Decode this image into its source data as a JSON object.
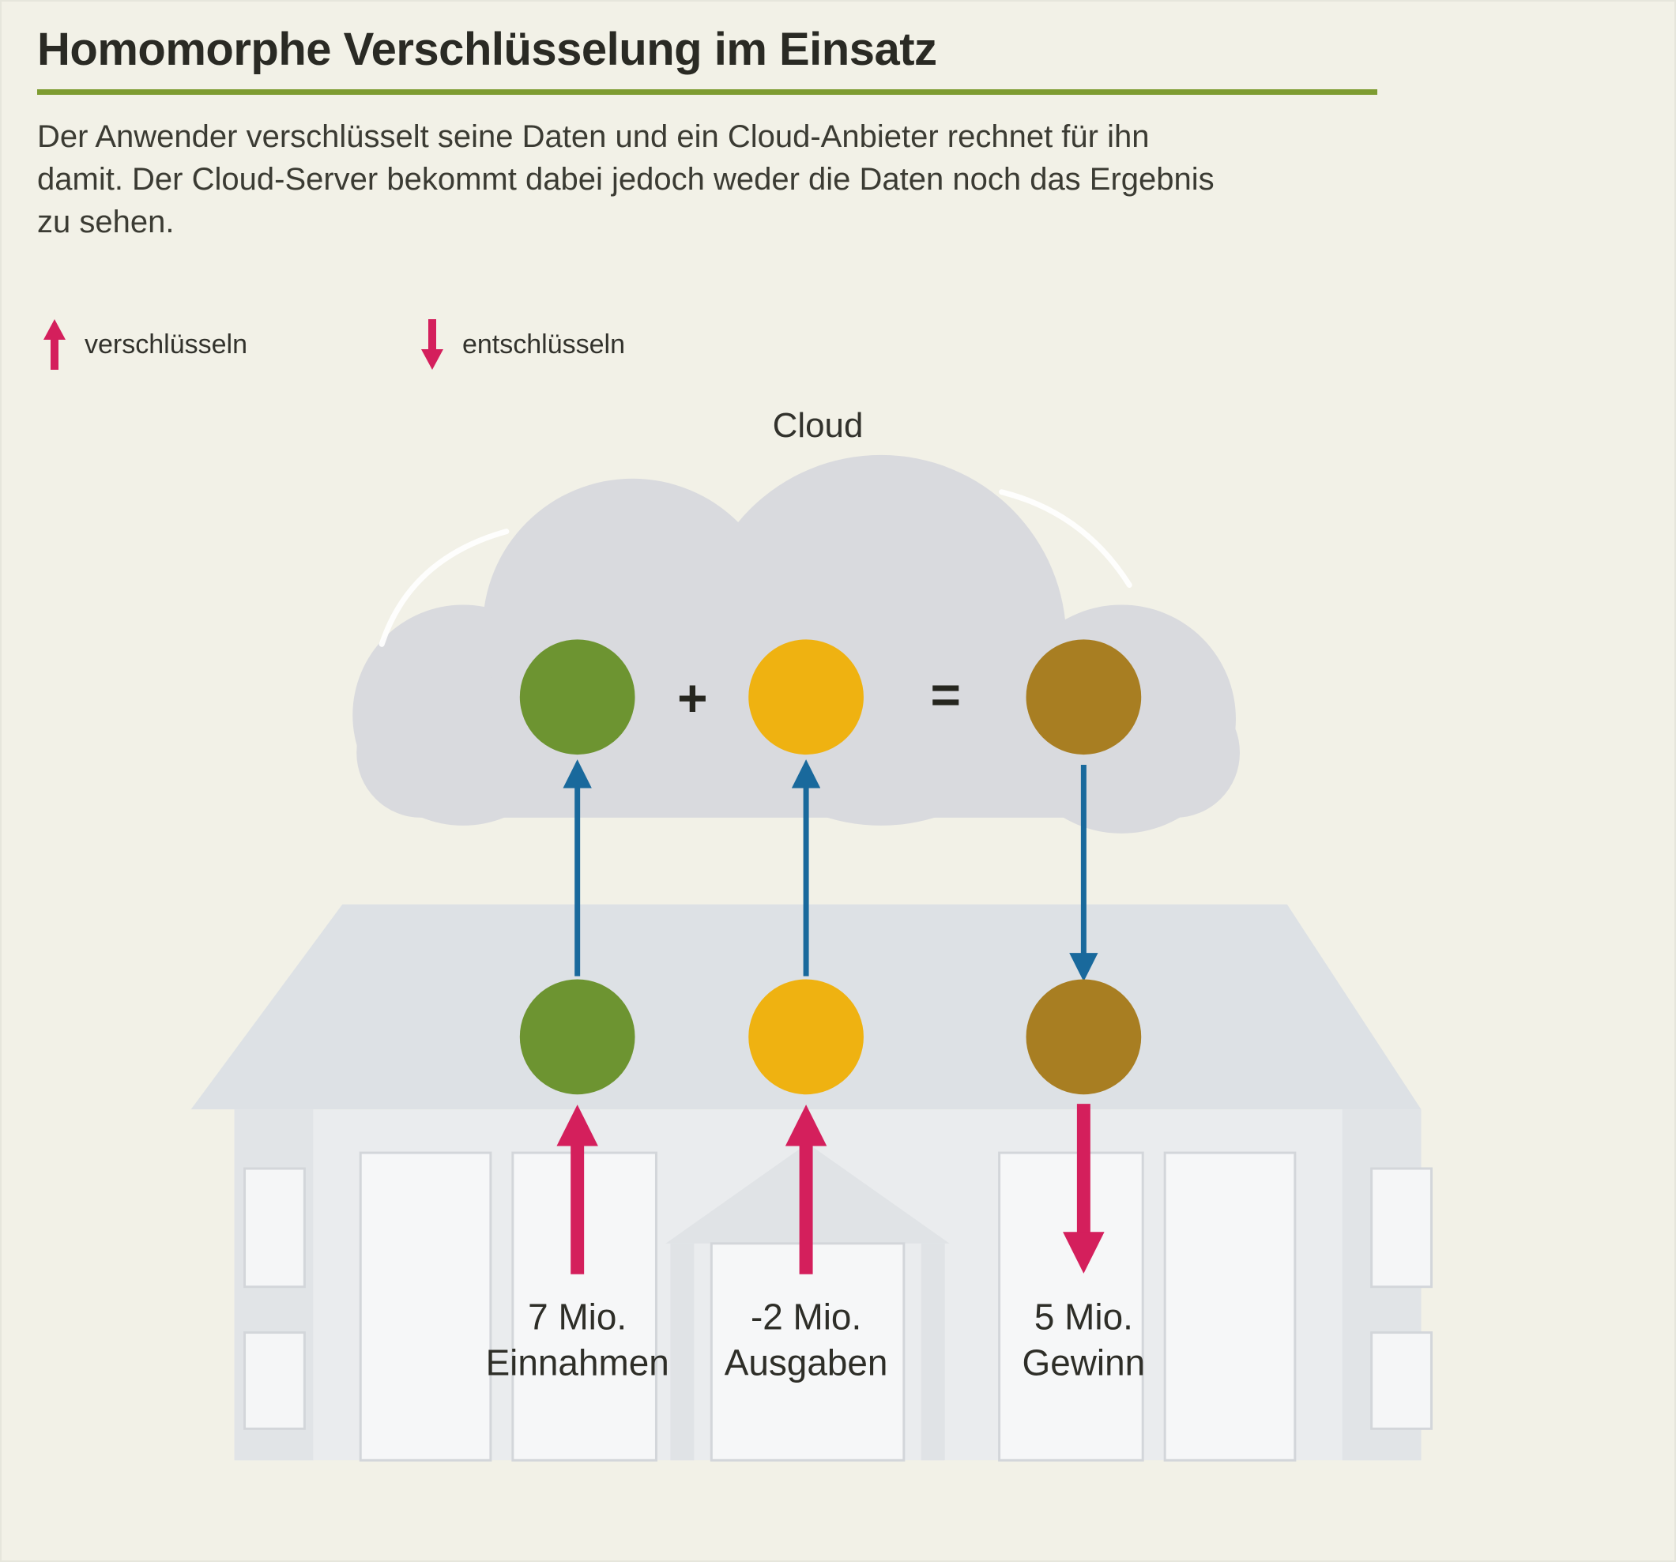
{
  "header": {
    "title": "Homomorphe Verschlüsselung im Einsatz",
    "intro": "Der Anwender verschlüsselt seine Daten und ein Cloud-Anbieter rechnet für ihn damit. Der Cloud-Server bekommt dabei jedoch weder die Daten noch das Ergebnis zu sehen."
  },
  "legend": {
    "encrypt_label": "verschlüsseln",
    "decrypt_label": "entschlüsseln"
  },
  "diagram": {
    "cloud_label": "Cloud",
    "plus_sign": "+",
    "equals_sign": "=",
    "items": [
      {
        "id": "einnahmen",
        "amount": "7 Mio.",
        "label": "Einnahmen"
      },
      {
        "id": "ausgaben",
        "amount": "-2 Mio.",
        "label": "Ausgaben"
      },
      {
        "id": "gewinn",
        "amount": "5 Mio.",
        "label": "Gewinn"
      }
    ]
  },
  "colors": {
    "background": "#f2f1e7",
    "title_rule_green": "#7e9c31",
    "encrypt_pink": "#d41f5c",
    "transfer_blue": "#19699c",
    "income_green": "#6d9431",
    "expenses_yellow": "#efb211",
    "profit_brown": "#a87e22",
    "cloud_gray": "#d9dade",
    "house_roof_gray": "#dde1e5",
    "house_wall_gray": "#eaecee"
  }
}
